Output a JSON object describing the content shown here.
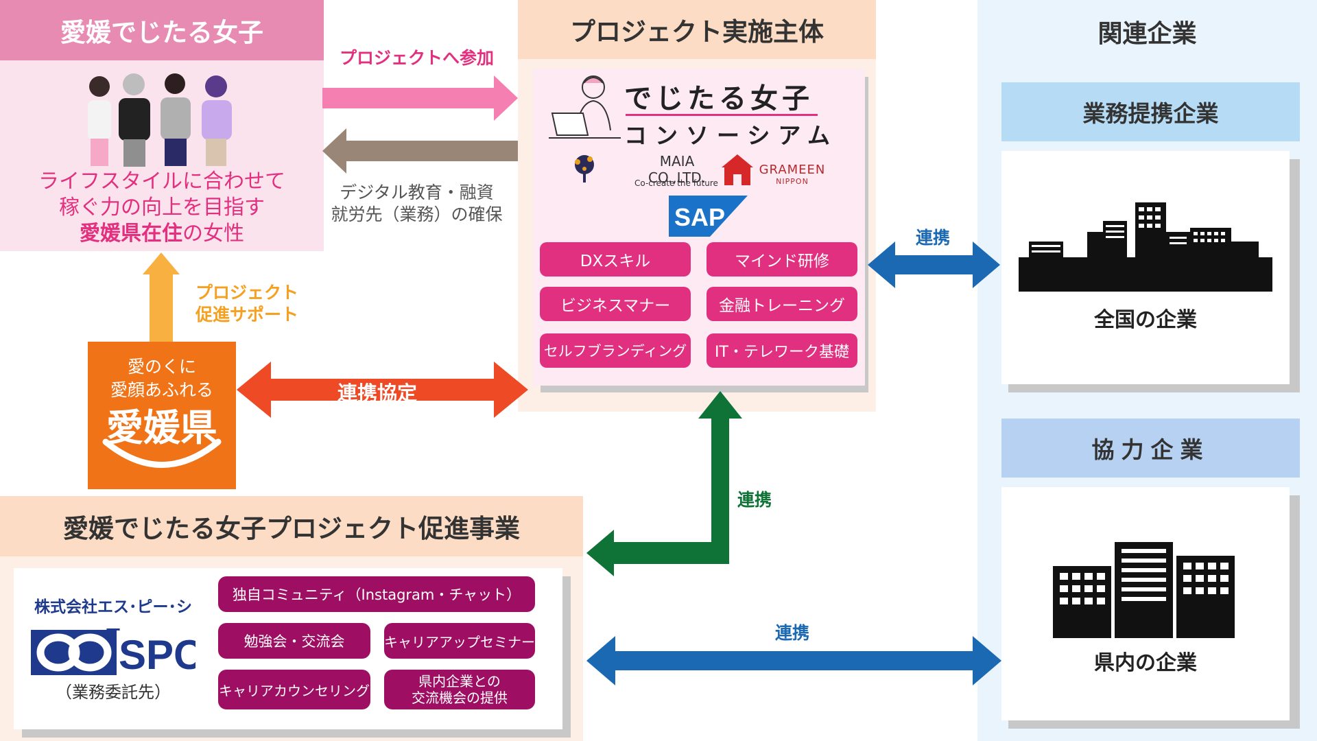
{
  "women": {
    "title": "愛媛でじたる女子",
    "desc_line1": "ライフスタイルに合わせて",
    "desc_line2": "稼ぐ力の向上を目指す",
    "desc_line3_strong": "愛媛県在住",
    "desc_line3_rest": "の女性"
  },
  "arrows": {
    "join_label": "プロジェクトへ参加",
    "support_line1": "デジタル教育・融資",
    "support_line2": "就労先（業務）の確保",
    "promo_line1": "プロジェクト",
    "promo_line2": "促進サポート",
    "agreement_label": "連携協定",
    "link_right_label": "連携",
    "link_green_label": "連携",
    "link_bottom_label": "連携"
  },
  "project": {
    "title": "プロジェクト実施主体",
    "consortium_line1": "でじたる女子",
    "consortium_line2": "コンソーシアム",
    "maia_name": "MAIA CO.,LTD.",
    "maia_tagline": "Co-create the future",
    "grameen_name": "GRAMEEN",
    "grameen_sub": "NIPPON",
    "sap_name": "SAP",
    "skills": [
      "DXスキル",
      "マインド研修",
      "ビジネスマナー",
      "金融トレーニング",
      "セルフブランディング",
      "IT・テレワーク基礎"
    ]
  },
  "ehime": {
    "line1": "愛のくに",
    "line2": "愛顔あふれる",
    "big": "愛媛県"
  },
  "promotion": {
    "title": "愛媛でじたる女子プロジェクト促進事業",
    "company": "株式会社エス･ピー･シー",
    "logo_text": "SPC",
    "role": "（業務委託先）",
    "services": [
      "独自コミュニティ（Instagram・チャット）",
      "勉強会・交流会",
      "キャリアアップセミナー",
      "キャリアカウンセリング",
      "県内企業との",
      "交流機会の提供"
    ]
  },
  "related": {
    "title": "関連企業",
    "partner_header": "業務提携企業",
    "partner_label": "全国の企業",
    "coop_header": "協力企業",
    "coop_label": "県内の企業"
  },
  "colors": {
    "pink": "#e1307f",
    "magenta": "#9e0f63",
    "orange": "#f07317",
    "agreement_red": "#ee4a25",
    "link_blue": "#1b69b3",
    "link_green": "#0f7337",
    "join_pink": "#f57fb0",
    "support_brown": "#9a8677",
    "promo_yellow": "#f8b041"
  }
}
